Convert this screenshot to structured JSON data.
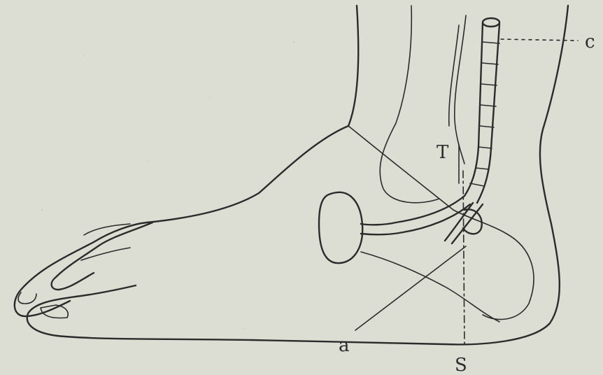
{
  "labels": {
    "c": "c",
    "T": "T",
    "a": "a",
    "S": "S"
  },
  "colors": {
    "paper": "#dcddd3",
    "ink": "#2b2b2b"
  }
}
